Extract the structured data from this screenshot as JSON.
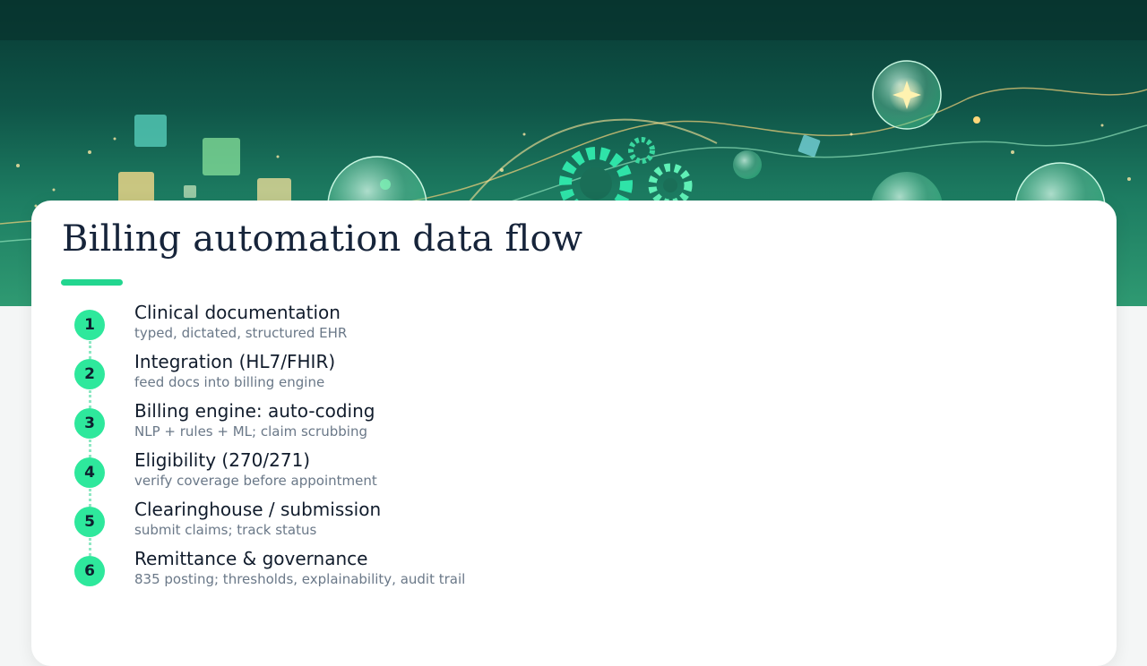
{
  "slide": {
    "title": "Billing automation data flow",
    "accent_color": "#22d68f",
    "hero_decoration": [
      "cube-icon",
      "gear-icon",
      "bubble-icon",
      "sparkle-icon"
    ]
  },
  "steps": [
    {
      "number": "1",
      "title": "Clinical documentation",
      "subtitle": "typed, dictated, structured EHR"
    },
    {
      "number": "2",
      "title": "Integration (HL7/FHIR)",
      "subtitle": "feed docs into billing engine"
    },
    {
      "number": "3",
      "title": "Billing engine: auto-coding",
      "subtitle": "NLP + rules + ML; claim scrubbing"
    },
    {
      "number": "4",
      "title": "Eligibility (270/271)",
      "subtitle": "verify coverage before appointment"
    },
    {
      "number": "5",
      "title": "Clearinghouse / submission",
      "subtitle": "submit claims; track status"
    },
    {
      "number": "6",
      "title": "Remittance & governance",
      "subtitle": "835 posting; thresholds, explainability, audit trail"
    }
  ]
}
